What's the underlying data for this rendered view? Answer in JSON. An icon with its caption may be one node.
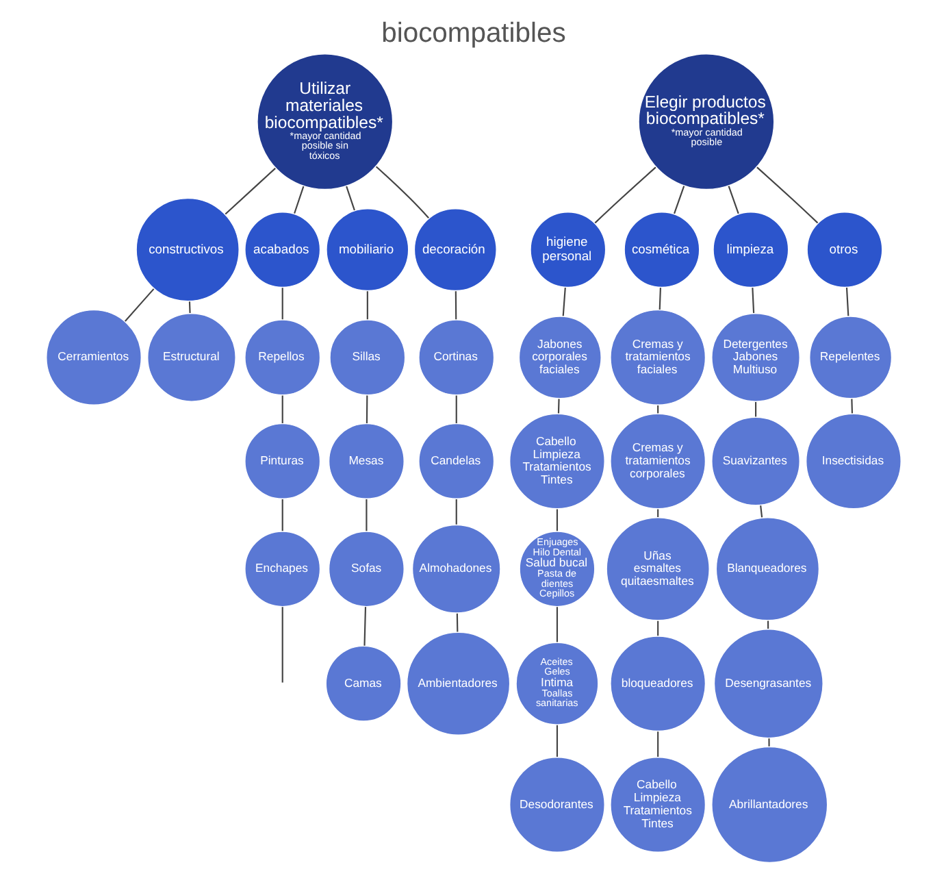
{
  "diagram": {
    "title": "biocompatibles",
    "nodes": [
      {
        "text": [
          "Utilizar materiales biocompatibles*",
          "*mayor cantidad posible sin tóxicos"
        ]
      },
      {
        "text": [
          "constructivos"
        ]
      },
      {
        "text": [
          "Cerramientos"
        ]
      },
      {
        "text": [
          "Estructural"
        ]
      },
      {
        "text": [
          "acabados"
        ]
      },
      {
        "text": [
          "Repellos"
        ]
      },
      {
        "text": [
          "Pinturas"
        ]
      },
      {
        "text": [
          "Enchapes"
        ]
      },
      {
        "text": [
          "mobiliario"
        ]
      },
      {
        "text": [
          "Sillas"
        ]
      },
      {
        "text": [
          "Mesas"
        ]
      },
      {
        "text": [
          "Sofas"
        ]
      },
      {
        "text": [
          "Camas"
        ]
      },
      {
        "text": [
          "decoración"
        ]
      },
      {
        "text": [
          "Cortinas"
        ]
      },
      {
        "text": [
          "Candelas"
        ]
      },
      {
        "text": [
          "Almohadones"
        ]
      },
      {
        "text": [
          "Ambientadores"
        ]
      },
      {
        "text": [
          "Elegir productos biocompatibles*",
          "*mayor cantidad posible"
        ]
      },
      {
        "text": [
          "higiene personal"
        ]
      },
      {
        "text": [
          "Jabones corporales faciales"
        ]
      },
      {
        "text": [
          "Cabello Limpieza Tratamientos Tintes"
        ]
      },
      {
        "text": [
          "Enjuages Hilo Dental",
          "Salud bucal",
          "Pasta de dientes Cepillos"
        ]
      },
      {
        "text": [
          "Aceites Geles",
          "Intima",
          "Toallas sanitarias"
        ]
      },
      {
        "text": [
          "Desodorantes"
        ]
      },
      {
        "text": [
          "cosmética"
        ]
      },
      {
        "text": [
          "Cremas y tratamientos faciales"
        ]
      },
      {
        "text": [
          "Cremas y tratamientos corporales"
        ]
      },
      {
        "text": [
          "Uñas esmaltes quitaesmaltes"
        ]
      },
      {
        "text": [
          "bloqueadores"
        ]
      },
      {
        "text": [
          "Cabello Limpieza Tratamientos Tintes"
        ]
      },
      {
        "text": [
          "limpieza"
        ]
      },
      {
        "text": [
          "Detergentes Jabones Multiuso"
        ]
      },
      {
        "text": [
          "Suavizantes"
        ]
      },
      {
        "text": [
          "Blanqueadores"
        ]
      },
      {
        "text": [
          "Desengrasantes"
        ]
      },
      {
        "text": [
          "Abrillantadores"
        ]
      },
      {
        "text": [
          "otros"
        ]
      },
      {
        "text": [
          "Repelentes"
        ]
      },
      {
        "text": [
          "Insectisidas"
        ]
      }
    ],
    "edges": [
      {
        "from": 0,
        "to": 1,
        "arrow": "none"
      },
      {
        "from": 1,
        "to": 2,
        "arrow": "none"
      },
      {
        "from": 1,
        "to": 3,
        "arrow": "none"
      },
      {
        "from": 0,
        "to": 4,
        "arrow": "none"
      },
      {
        "from": 4,
        "to": 5,
        "arrow": "none"
      },
      {
        "from": 5,
        "to": 6,
        "arrow": "none"
      },
      {
        "from": 6,
        "to": 7,
        "arrow": "none"
      },
      {
        "from": 7,
        "to": null,
        "arrow": "none"
      },
      {
        "from": 0,
        "to": 8,
        "arrow": "none"
      },
      {
        "from": 8,
        "to": 9,
        "arrow": "none"
      },
      {
        "from": 9,
        "to": 10,
        "arrow": "none"
      },
      {
        "from": 10,
        "to": 11,
        "arrow": "none"
      },
      {
        "from": 11,
        "to": 12,
        "arrow": "none"
      },
      {
        "from": 0,
        "to": 13,
        "arrow": "none"
      },
      {
        "from": 13,
        "to": 14,
        "arrow": "none"
      },
      {
        "from": 14,
        "to": 15,
        "arrow": "none"
      },
      {
        "from": 15,
        "to": 16,
        "arrow": "none"
      },
      {
        "from": 16,
        "to": 17,
        "arrow": "none"
      },
      {
        "from": 18,
        "to": 19,
        "arrow": "none"
      },
      {
        "from": 19,
        "to": 20,
        "arrow": "none"
      },
      {
        "from": 20,
        "to": 21,
        "arrow": "none"
      },
      {
        "from": 21,
        "to": 22,
        "arrow": "none"
      },
      {
        "from": 22,
        "to": 23,
        "arrow": "none"
      },
      {
        "from": 23,
        "to": 24,
        "arrow": "none"
      },
      {
        "from": 18,
        "to": 25,
        "arrow": "none"
      },
      {
        "from": 25,
        "to": 26,
        "arrow": "none"
      },
      {
        "from": 26,
        "to": 27,
        "arrow": "none"
      },
      {
        "from": 27,
        "to": 28,
        "arrow": "none"
      },
      {
        "from": 28,
        "to": 29,
        "arrow": "none"
      },
      {
        "from": 29,
        "to": 30,
        "arrow": "none"
      },
      {
        "from": 18,
        "to": 31,
        "arrow": "none"
      },
      {
        "from": 31,
        "to": 32,
        "arrow": "none"
      },
      {
        "from": 32,
        "to": 33,
        "arrow": "none"
      },
      {
        "from": 33,
        "to": 34,
        "arrow": "none"
      },
      {
        "from": 34,
        "to": 35,
        "arrow": "none"
      },
      {
        "from": 35,
        "to": 36,
        "arrow": "none"
      },
      {
        "from": 18,
        "to": 37,
        "arrow": "none"
      },
      {
        "from": 37,
        "to": 38,
        "arrow": "none"
      },
      {
        "from": 38,
        "to": 39,
        "arrow": "none"
      }
    ]
  }
}
